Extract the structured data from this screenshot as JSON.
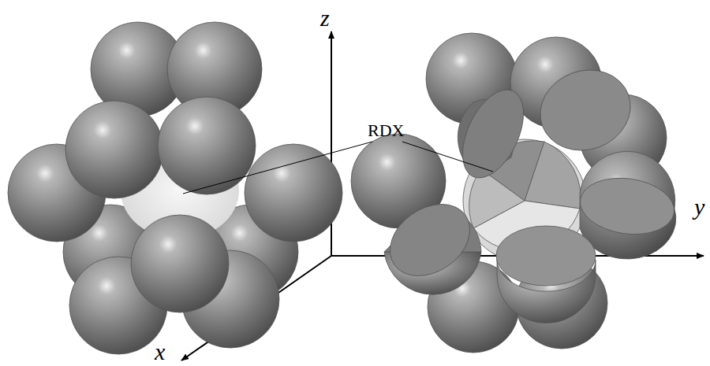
{
  "diagram": {
    "labels": [
      "z",
      "y",
      "x",
      "RDX"
    ]
  }
}
